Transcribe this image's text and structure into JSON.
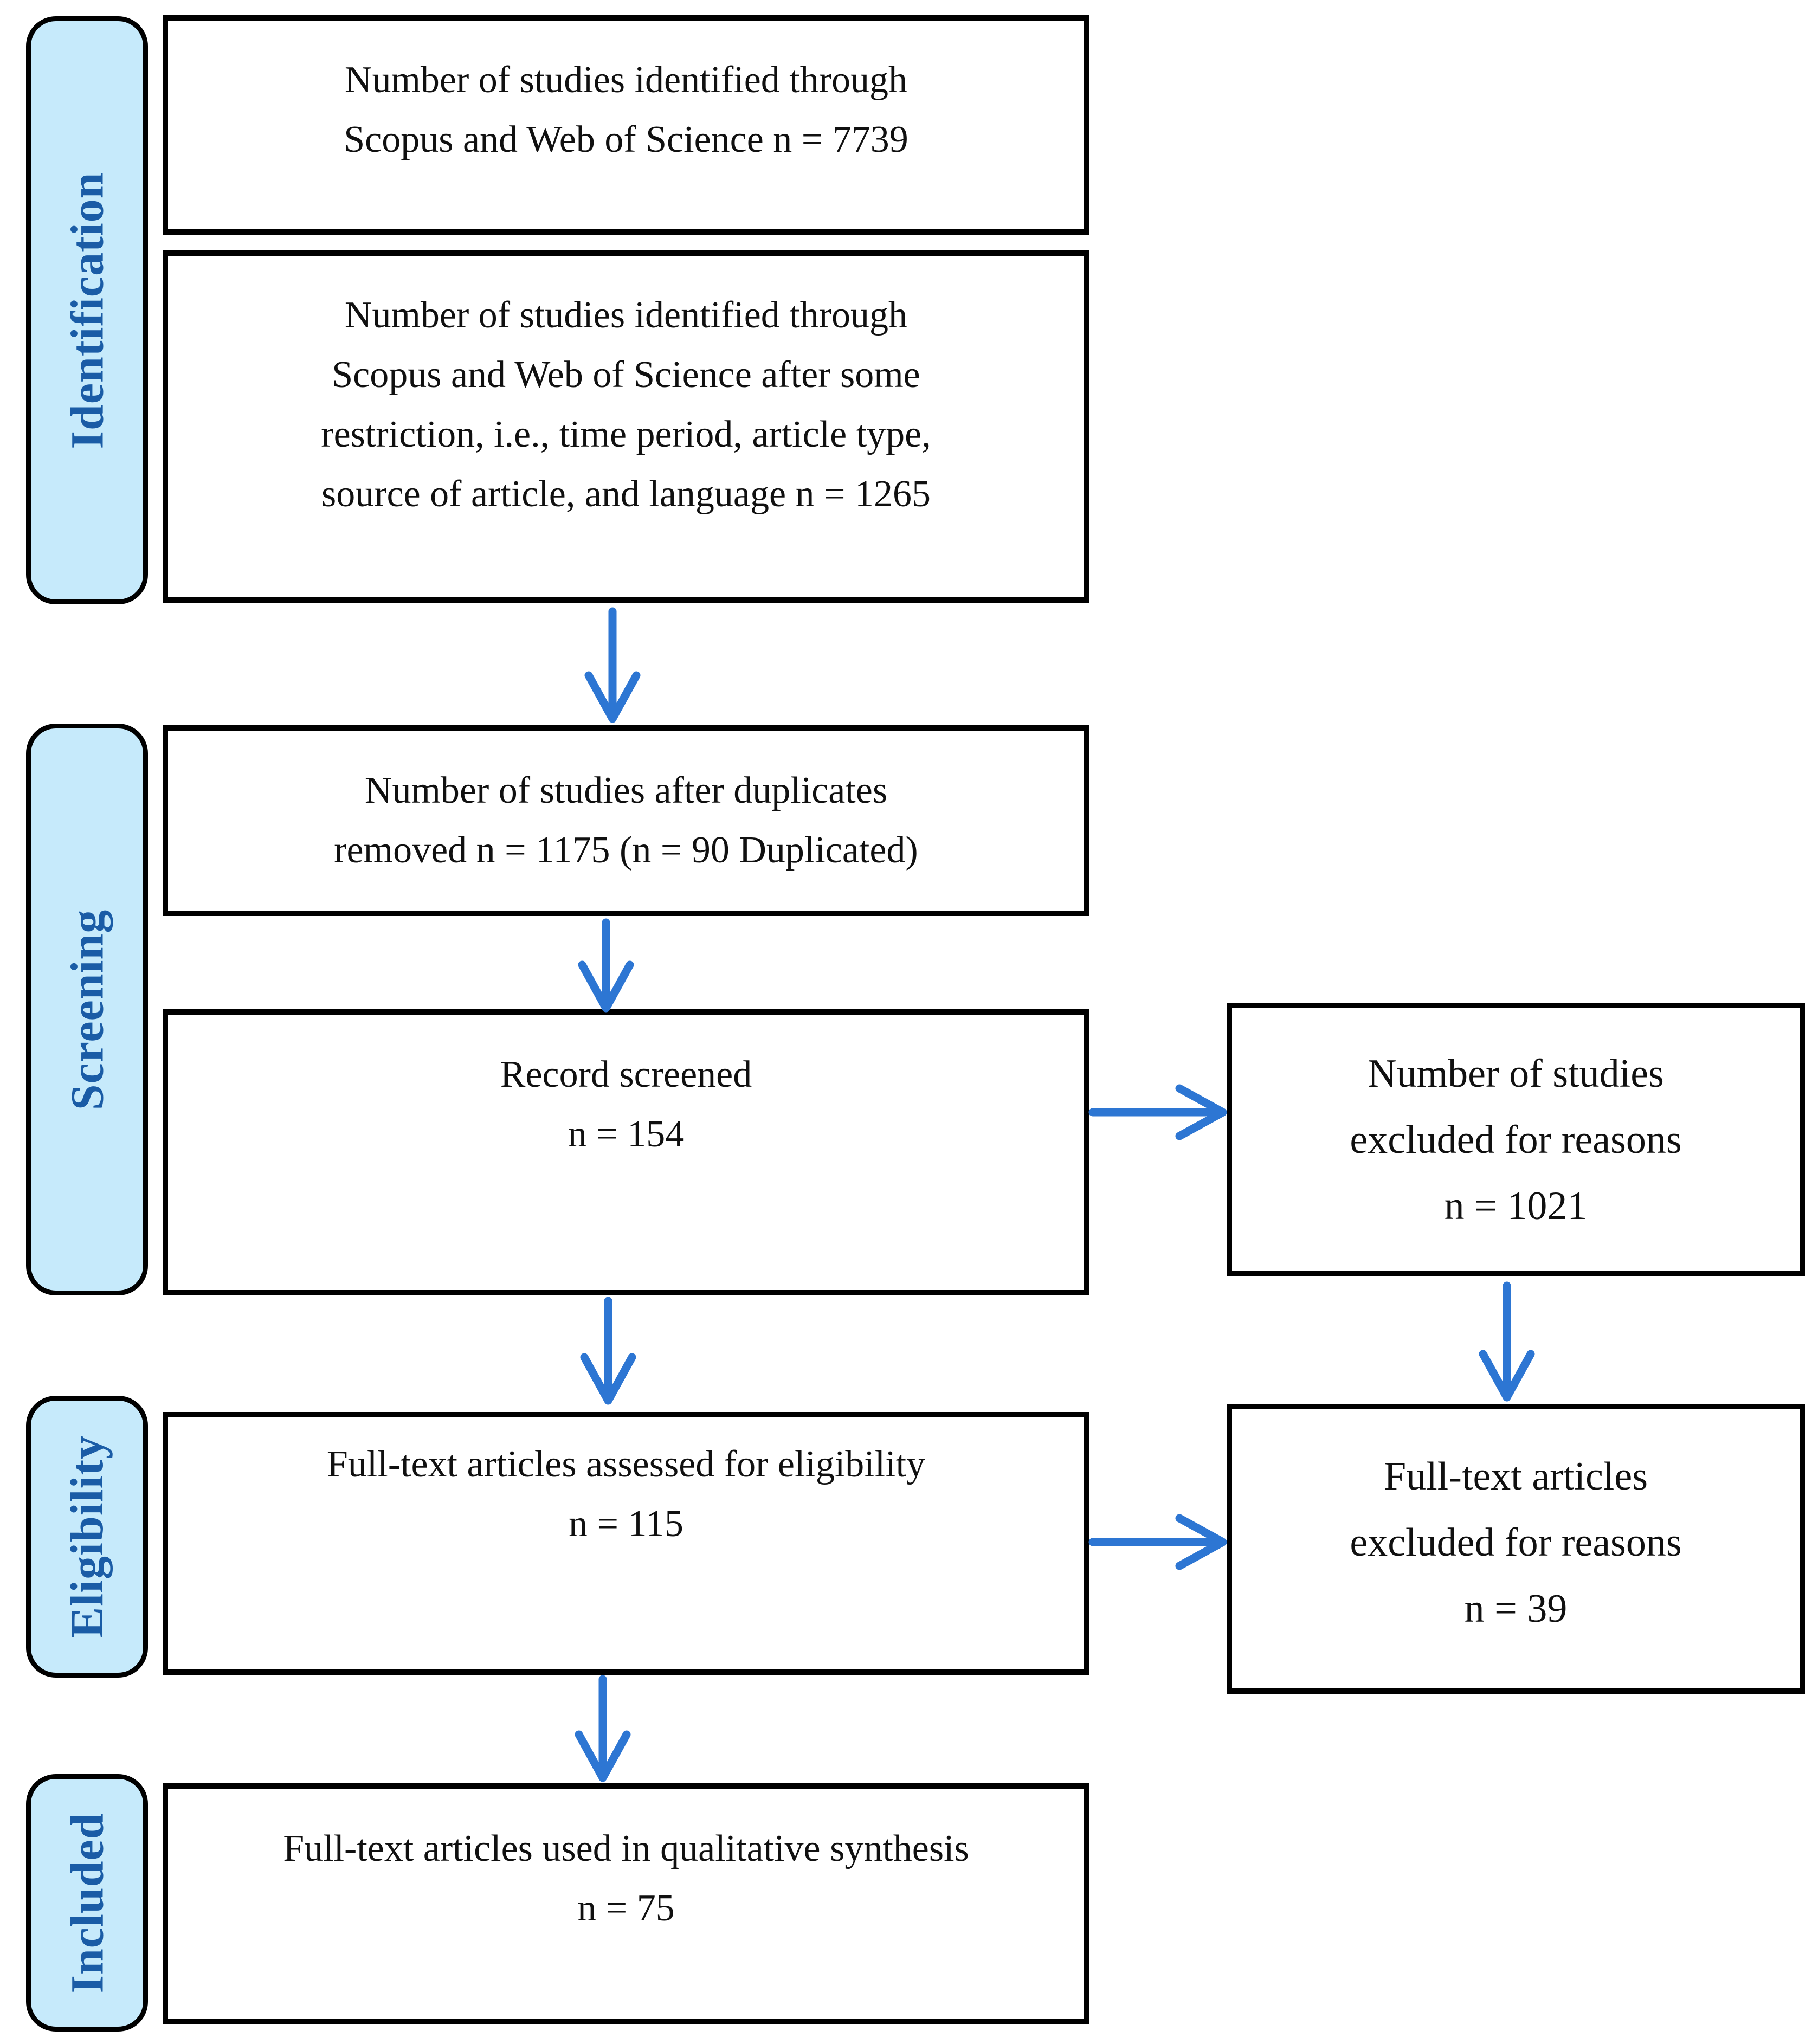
{
  "theme": {
    "background": "#ffffff",
    "box_fill": "#ffffff",
    "box_border": "#000000",
    "box_text": "#101010",
    "stage_fill": "#c6eafb",
    "stage_border": "#000000",
    "stage_text": "#1a5ca6",
    "arrow": "#2d76d3"
  },
  "stages": {
    "identification": {
      "label": "Identification"
    },
    "screening": {
      "label": "Screening"
    },
    "eligibility": {
      "label": "Eligibility"
    },
    "included": {
      "label": "Included"
    }
  },
  "boxes": {
    "identified": {
      "lines": [
        "Number of studies identified through",
        "Scopus and Web of Science n = 7739"
      ],
      "n": 7739
    },
    "restricted": {
      "lines": [
        "Number of studies identified through",
        "Scopus and Web of Science after some",
        "restriction, i.e., time period, article type,",
        "source of article, and language n = 1265"
      ],
      "n": 1265
    },
    "deduplicated": {
      "lines": [
        "Number of studies after duplicates",
        "removed n = 1175 (n = 90 Duplicated)"
      ],
      "n": 1175,
      "duplicates": 90
    },
    "screened": {
      "lines": [
        "Record screened",
        "n = 154"
      ],
      "n": 154
    },
    "excluded_screening": {
      "lines": [
        "Number of studies",
        "excluded for reasons",
        "n = 1021"
      ],
      "n": 1021
    },
    "assessed": {
      "lines": [
        "Full-text articles assessed for eligibility",
        "n = 115"
      ],
      "n": 115
    },
    "excluded_fulltext": {
      "lines": [
        "Full-text articles",
        "excluded for reasons",
        "n = 39"
      ],
      "n": 39
    },
    "included_synthesis": {
      "lines": [
        "Full-text articles used in qualitative synthesis",
        "n = 75"
      ],
      "n": 75
    }
  }
}
